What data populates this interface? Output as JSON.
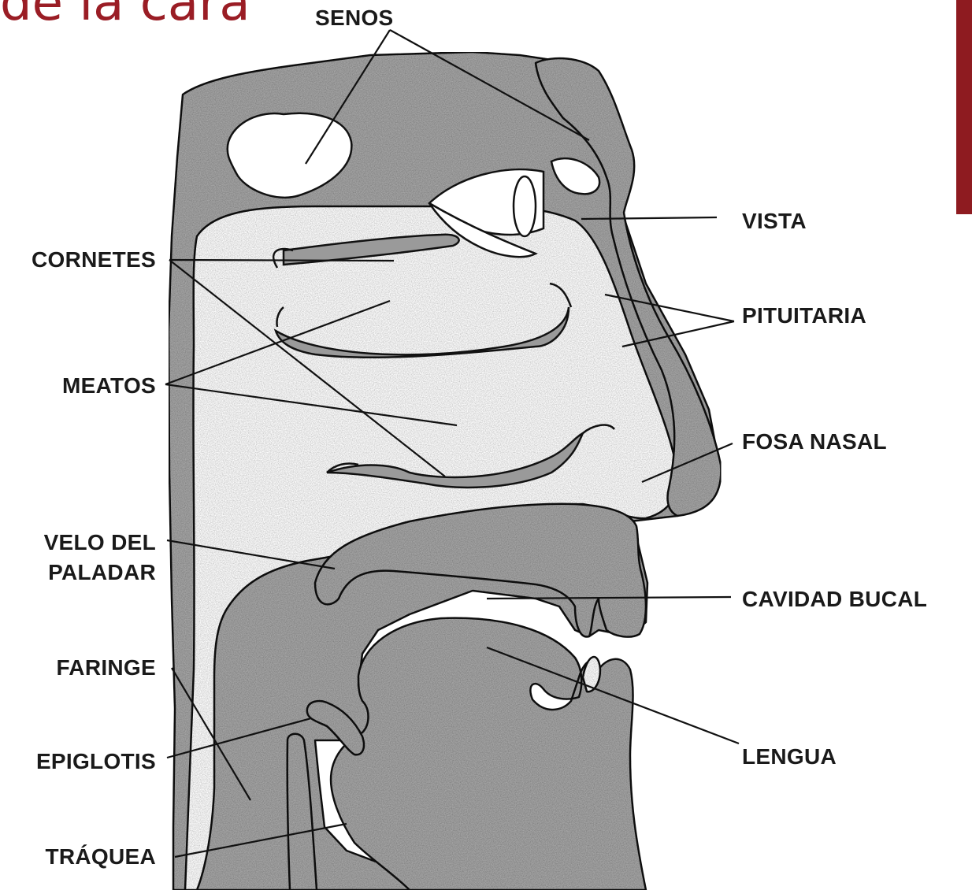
{
  "title": "de la cara",
  "accent_color": "#8e1b20",
  "labels": {
    "senos": "SENOS",
    "vista": "VISTA",
    "cornetes": "CORNETES",
    "pituitaria": "PITUITARIA",
    "meatos": "MEATOS",
    "fosa_nasal": "FOSA NASAL",
    "velo": "VELO DEL\nPALADAR",
    "cavidad_bucal": "CAVIDAD BUCAL",
    "faringe": "FARINGE",
    "epiglotis": "EPIGLOTIS",
    "lengua": "LENGUA",
    "traquea": "TRÁQUEA"
  }
}
